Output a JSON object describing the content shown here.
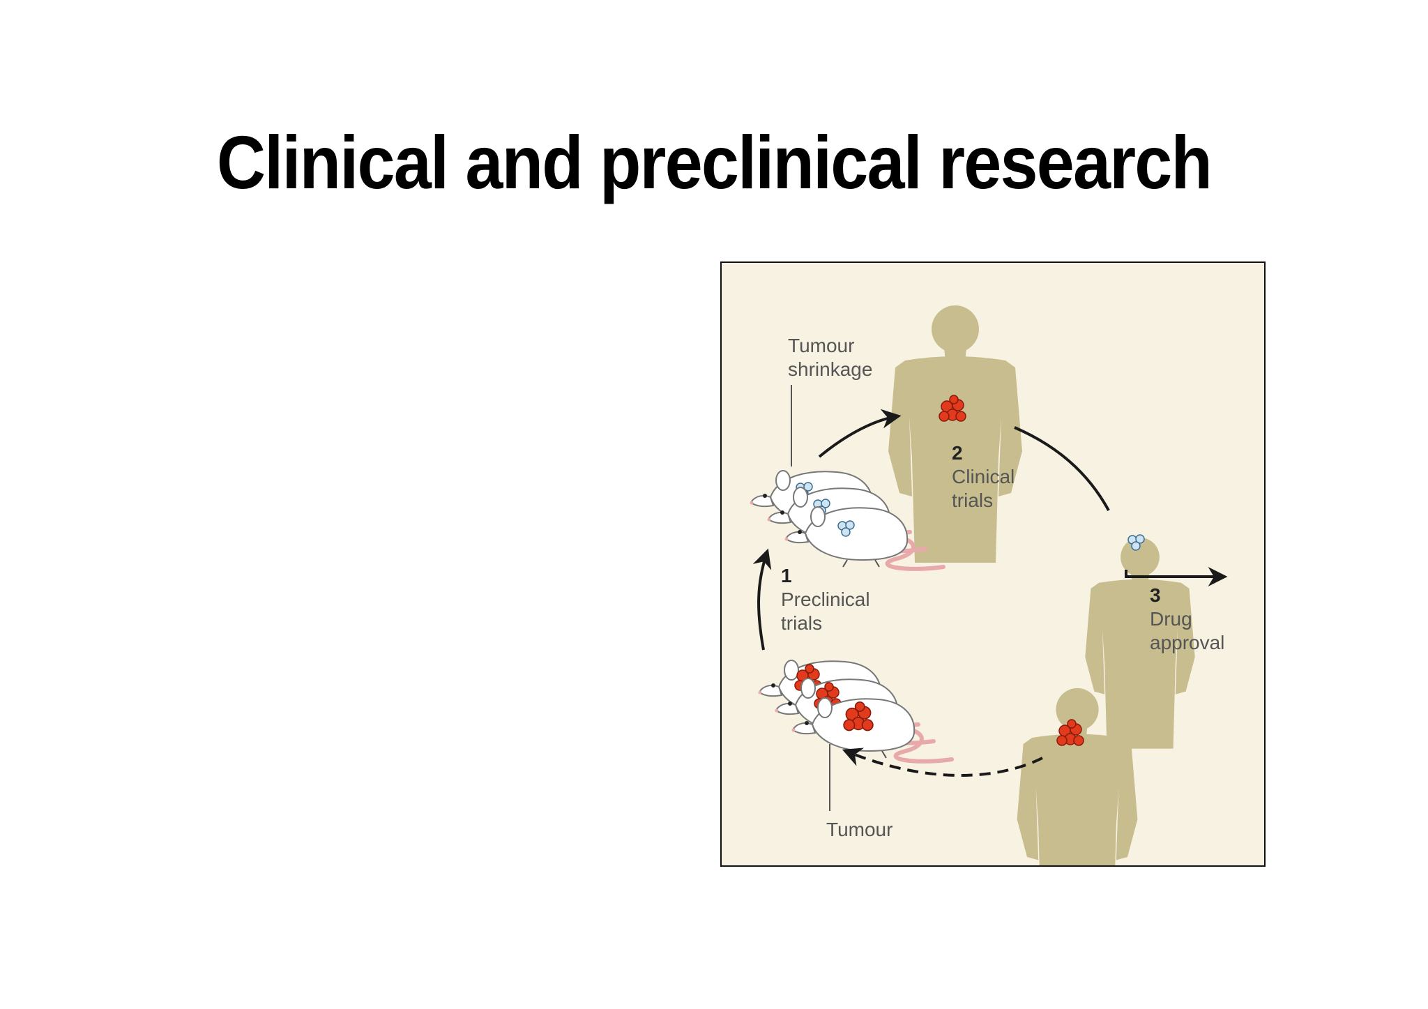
{
  "slide": {
    "title": "Clinical and preclinical research"
  },
  "diagram": {
    "labels": {
      "tumour_shrinkage_line1": "Tumour",
      "tumour_shrinkage_line2": "shrinkage",
      "tumour": "Tumour"
    },
    "steps": [
      {
        "number": "1",
        "line1": "Preclinical",
        "line2": "trials"
      },
      {
        "number": "2",
        "line1": "Clinical",
        "line2": "trials"
      },
      {
        "number": "3",
        "line1": "Drug",
        "line2": "approval"
      }
    ],
    "colors": {
      "background": "#f7f2e2",
      "human_silhouette": "#c8bd8f",
      "tumour_red": "#e23a1c",
      "tumour_shrunk": "#bcd8ea",
      "mouse_body": "#ffffff",
      "mouse_tail": "#e8a9aa",
      "arrow": "#1a1a1a"
    }
  }
}
